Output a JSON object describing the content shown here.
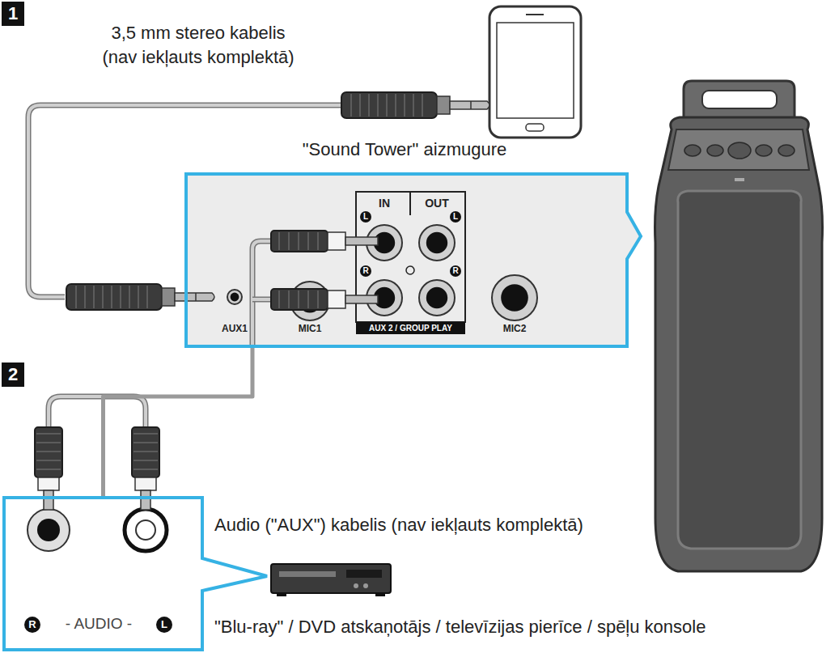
{
  "diagram": {
    "nodes": [
      {
        "text": [
          "\"Sound Tower\" aizmugure",
          "IN",
          "OUT",
          "L",
          "L",
          "R",
          "R",
          "AUX1",
          "MIC1",
          "AUX 2 / GROUP PLAY",
          "MIC2"
        ]
      },
      {
        "text": [
          "R",
          "- AUDIO -",
          "L"
        ]
      }
    ],
    "edges": [
      {
        "from": 1,
        "to": 0,
        "arrow": "none"
      }
    ],
    "labels": [
      "1",
      "3,5 mm stereo kabelis (nav iekļauts komplektā)",
      "2",
      "Audio (\"AUX\") kabelis (nav iekļauts komplektā)",
      "\"Blu-ray\" / DVD atskaņotājs / televīzijas pierīce / spēļu konsole"
    ]
  }
}
